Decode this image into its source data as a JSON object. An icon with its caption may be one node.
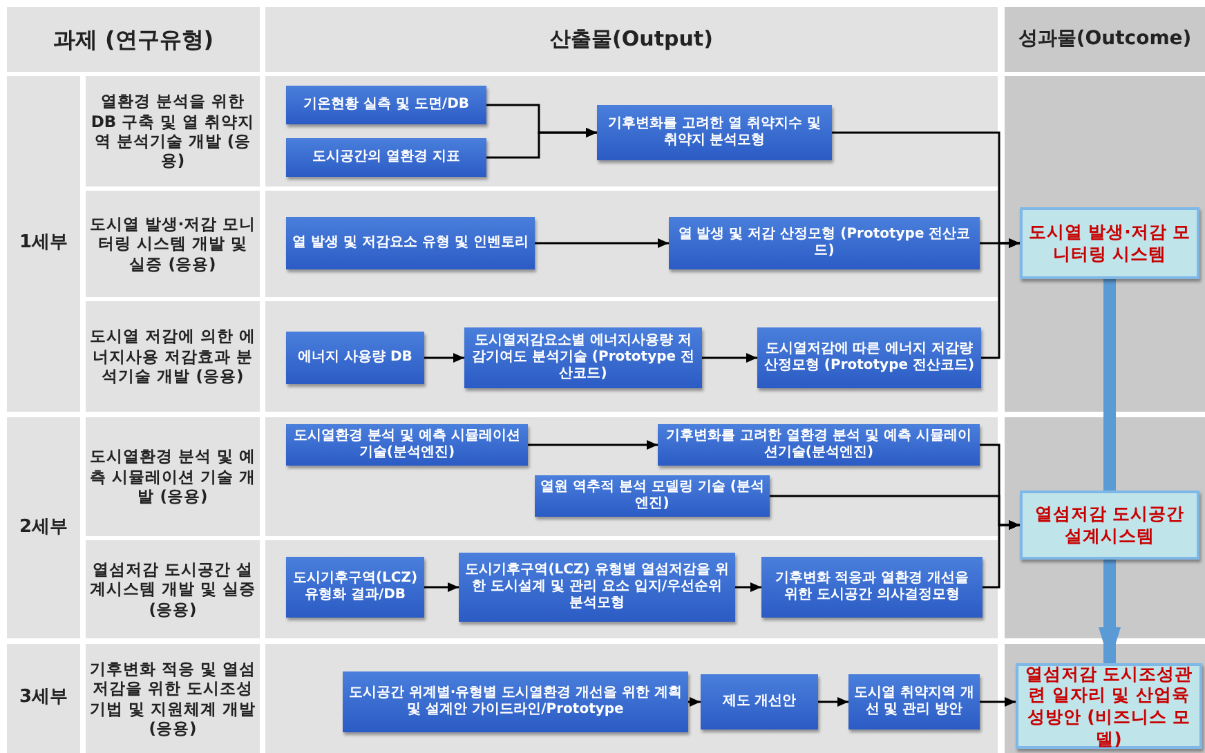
{
  "diagram": {
    "nodes": [
      {
        "text": [
          "기온현황 실측 및 도면/DB"
        ]
      },
      {
        "text": [
          "도시공간의 열환경 지표"
        ]
      },
      {
        "text": [
          "기후변화를 고려한 열 취약지수 및 취약지 분석모형"
        ]
      },
      {
        "text": [
          "열 발생 및 저감요소 유형 및 인벤토리"
        ]
      },
      {
        "text": [
          "열 발생 및 저감 산정모형 (Prototype 전산코드)"
        ]
      },
      {
        "text": [
          "에너지 사용량 DB"
        ]
      },
      {
        "text": [
          "도시열저감요소별 에너지사용량 저감기여도 분석기술 (Prototype 전산코드)"
        ]
      },
      {
        "text": [
          "도시열저감에 따른 에너지 저감량 산정모형 (Prototype 전산코드)"
        ]
      },
      {
        "text": [
          "도시열 발생·저감 모니터링 시스템"
        ]
      },
      {
        "text": [
          "도시열환경 분석 및 예측 시뮬레이션기술(분석엔진)"
        ]
      },
      {
        "text": [
          "기후변화를 고려한 열환경 분석 및 예측 시뮬레이션기술(분석엔진)"
        ]
      },
      {
        "text": [
          "열원 역추적 분석 모델링 기술 (분석엔진)"
        ]
      },
      {
        "text": [
          "도시기후구역(LCZ) 유형화 결과/DB"
        ]
      },
      {
        "text": [
          "도시기후구역(LCZ) 유형별 열섬저감을 위한 도시설계 및 관리 요소 입지/우선순위 분석모형"
        ]
      },
      {
        "text": [
          "기후변화 적응과 열환경 개선을 위한 도시공간 의사결정모형"
        ]
      },
      {
        "text": [
          "열섬저감 도시공간 설계시스템"
        ]
      },
      {
        "text": [
          "도시공간 위계별·유형별 도시열환경 개선을 위한 계획 및 설계안 가이드라인/Prototype"
        ]
      },
      {
        "text": [
          "제도 개선안"
        ]
      },
      {
        "text": [
          "도시열 취약지역 개선 및 관리 방안"
        ]
      },
      {
        "text": [
          "열섬저감 도시조성관련 일자리 및 산업육성방안 (비즈니스 모델)"
        ]
      }
    ],
    "edges": [
      {
        "from": 0,
        "to": 2,
        "arrow": "to"
      },
      {
        "from": 1,
        "to": 2,
        "arrow": "to"
      },
      {
        "from": 3,
        "to": 4,
        "arrow": "to"
      },
      {
        "from": 5,
        "to": 6,
        "arrow": "to"
      },
      {
        "from": 6,
        "to": 7,
        "arrow": "to"
      },
      {
        "from": 2,
        "to": 8,
        "arrow": "to"
      },
      {
        "from": 4,
        "to": 8,
        "arrow": "to"
      },
      {
        "from": 7,
        "to": 8,
        "arrow": "to"
      },
      {
        "from": 9,
        "to": 10,
        "arrow": "to"
      },
      {
        "from": 10,
        "to": 15,
        "arrow": "to"
      },
      {
        "from": 11,
        "to": 15,
        "arrow": "to"
      },
      {
        "from": 12,
        "to": 13,
        "arrow": "to"
      },
      {
        "from": 13,
        "to": 14,
        "arrow": "to"
      },
      {
        "from": 14,
        "to": 15,
        "arrow": "to"
      },
      {
        "from": 16,
        "to": 17,
        "arrow": "to"
      },
      {
        "from": 17,
        "to": 18,
        "arrow": "to"
      },
      {
        "from": 18,
        "to": 19,
        "arrow": "to"
      },
      {
        "from": 8,
        "to": 15,
        "arrow": "none",
        "style": "thick",
        "color": "#5b9bd5"
      },
      {
        "from": 15,
        "to": 19,
        "arrow": "to",
        "style": "thick",
        "color": "#5b9bd5"
      }
    ],
    "labels": [
      "과제 (연구유형)",
      "산출물(Output)",
      "성과물(Outcome)",
      "1세부",
      "열환경 분석을 위한 DB 구축 및 열 취약지역 분석기술 개발 (응용)",
      "도시열 발생·저감 모니터링 시스템 개발 및 실증 (응용)",
      "도시열 저감에 의한 에너지사용 저감효과 분석기술 개발 (응용)",
      "2세부",
      "도시열환경 분석 및 예측 시뮬레이션 기술 개발 (응용)",
      "열섬저감 도시공간 설계시스템 개발 및 실증 (응용)",
      "3세부",
      "기후변화 적응 및 열섬저감을 위한 도시조성기법 및 지원체계 개발 (응용)"
    ]
  }
}
